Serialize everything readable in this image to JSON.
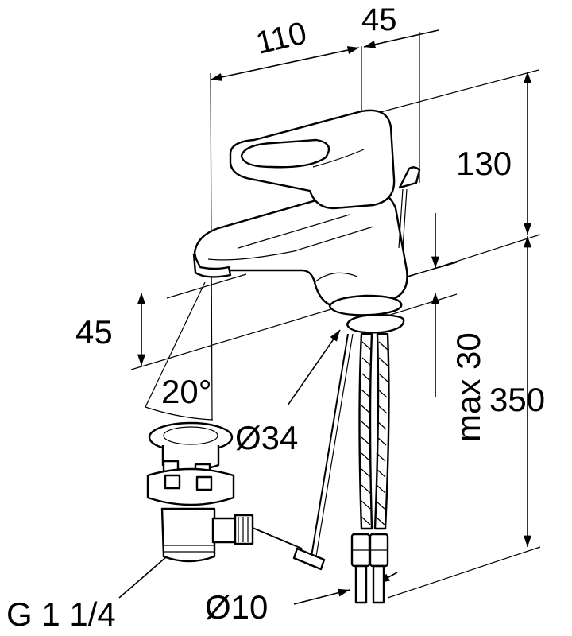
{
  "dimensions": {
    "width_110": "110",
    "offset_45_top": "45",
    "height_130": "130",
    "spout_height_45": "45",
    "angle_20": "20°",
    "hole_dia_34": "Ø34",
    "max_thickness_30": "max 30",
    "length_350": "350",
    "pipe_dia_10": "Ø10",
    "thread_g114": "G 1 1/4"
  },
  "colors": {
    "line": "#000000",
    "background": "#ffffff"
  }
}
